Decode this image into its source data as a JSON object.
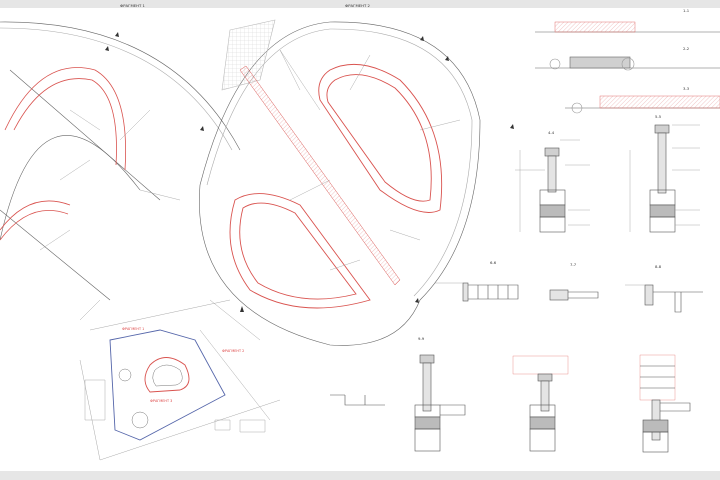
{
  "sheet": {
    "fragments": [
      {
        "title": "ФРАГМЕНТ 1"
      },
      {
        "title": "ФРАГМЕНТ 2"
      },
      {
        "title": "ФРАГМЕНТ 3"
      }
    ],
    "sections": [
      "1-1",
      "2-2",
      "3-3",
      "4-4",
      "5-5",
      "6-6",
      "7-7",
      "8-8",
      "9-9"
    ],
    "colors": {
      "line": "#555555",
      "accent": "#d9534f",
      "hatch": "#e8a0a0",
      "fill": "#d0d0d0"
    }
  }
}
